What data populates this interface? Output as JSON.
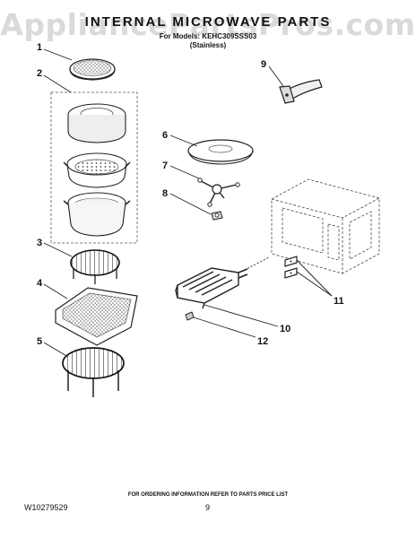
{
  "watermark": "AppliancePartsPros.com",
  "title": "INTERNAL MICROWAVE PARTS",
  "subtitle_models": "For Models: KEHC309SSS03",
  "subtitle_finish": "(Stainless)",
  "callouts": {
    "c1": "1",
    "c2": "2",
    "c3": "3",
    "c4": "4",
    "c5": "5",
    "c6": "6",
    "c7": "7",
    "c8": "8",
    "c9": "9",
    "c10": "10",
    "c11": "11",
    "c12": "12"
  },
  "footer": {
    "ordering_note": "FOR ORDERING INFORMATION REFER TO PARTS PRICE LIST",
    "doc_number": "W10279529",
    "page_number": "9"
  }
}
